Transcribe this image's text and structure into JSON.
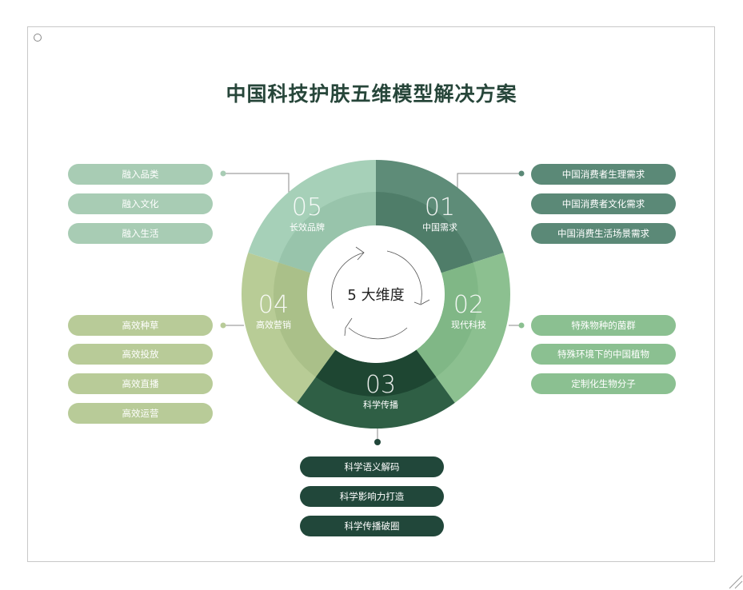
{
  "title": "中国科技护肤五维模型解决方案",
  "center_label": "5 大维度",
  "colors": {
    "title": "#27463a",
    "seg01": "#5e8c78",
    "seg02": "#8cc090",
    "seg03": "#2f5f45",
    "seg04": "#b8cc96",
    "seg05": "#a6d0b8"
  },
  "segments": [
    {
      "num": "01",
      "label": "中国需求"
    },
    {
      "num": "02",
      "label": "现代科技"
    },
    {
      "num": "03",
      "label": "科学传播"
    },
    {
      "num": "04",
      "label": "高效营销"
    },
    {
      "num": "05",
      "label": "长效品牌"
    }
  ],
  "groups": {
    "seg01_items": [
      "中国消费者生理需求",
      "中国消费者文化需求",
      "中国消费生活场景需求"
    ],
    "seg02_items": [
      "特殊物种的菌群",
      "特殊环境下的中国植物",
      "定制化生物分子"
    ],
    "seg03_items": [
      "科学语义解码",
      "科学影响力打造",
      "科学传播破圈"
    ],
    "seg04_items": [
      "高效种草",
      "高效投放",
      "高效直播",
      "高效运营"
    ],
    "seg05_items": [
      "融入品类",
      "融入文化",
      "融入生活"
    ]
  }
}
